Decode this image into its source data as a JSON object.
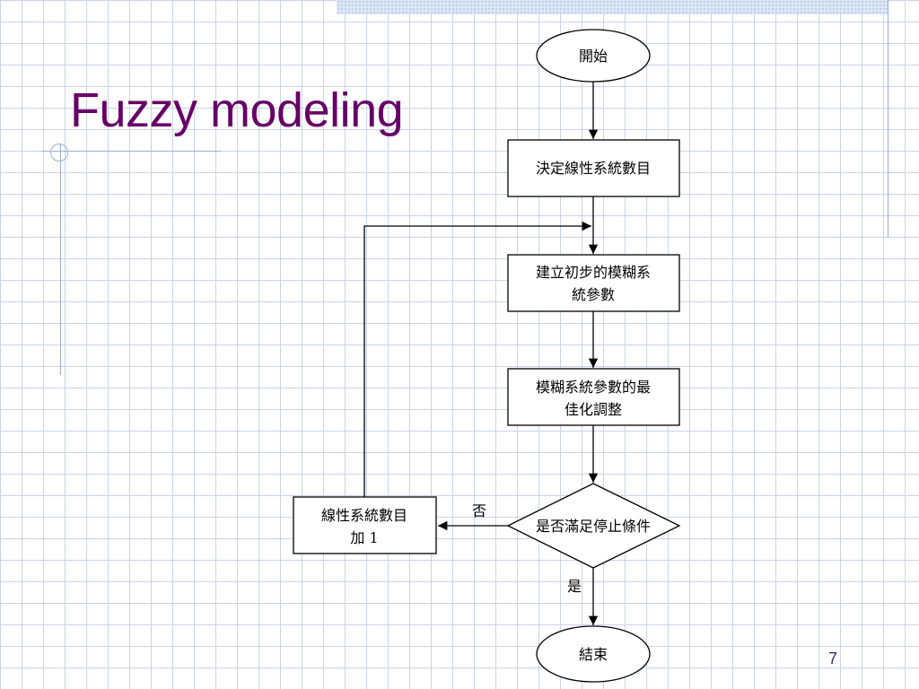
{
  "slide": {
    "title": "Fuzzy modeling",
    "page_number": "7"
  },
  "flowchart": {
    "start": "開始",
    "step1": "決定線性系統數目",
    "step2": [
      "建立初步的模糊系",
      "統參數"
    ],
    "step3": [
      "模糊系統參數的最",
      "佳化調整"
    ],
    "decision": "是否滿足停止條件",
    "loop_step": [
      "線性系統數目",
      "加  1"
    ],
    "label_no": "否",
    "label_yes": "是",
    "end": "結束"
  },
  "colors": {
    "title": "#660066",
    "grid": "#c9d3e6",
    "accent_line": "#9aaed4"
  }
}
